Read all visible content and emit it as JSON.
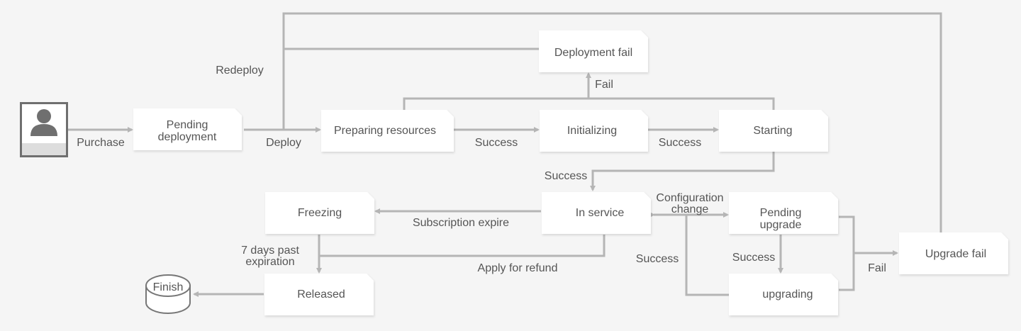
{
  "nodes": {
    "pending_deployment": [
      "Pending",
      "deployment"
    ],
    "deployment_fail": "Deployment fail",
    "preparing_resources": "Preparing resources",
    "initializing": "Initializing",
    "starting": "Starting",
    "freezing": "Freezing",
    "in_service": "In service",
    "pending_upgrade": [
      "Pending",
      "upgrade"
    ],
    "upgrade_fail": "Upgrade fail",
    "released": "Released",
    "upgrading": "upgrading",
    "finish": "Finish"
  },
  "edges": {
    "purchase": "Purchase",
    "deploy": "Deploy",
    "redeploy": "Redeploy",
    "fail_deploy": "Fail",
    "success_prep": "Success",
    "success_init": "Success",
    "success_start": "Success",
    "subscription_expire": "Subscription expire",
    "configuration_change": [
      "Configuration",
      "change"
    ],
    "seven_days": [
      "7 days past",
      "expiration"
    ],
    "apply_refund": "Apply for refund",
    "success_upgrade_loop": "Success",
    "success_pending_upgrade": "Success",
    "fail_upgrade": "Fail"
  },
  "colors": {
    "background": "#f5f5f5",
    "node_fill": "#ffffff",
    "line": "#b5b5b5",
    "text": "#555555",
    "actor": "#6f6f6f"
  }
}
